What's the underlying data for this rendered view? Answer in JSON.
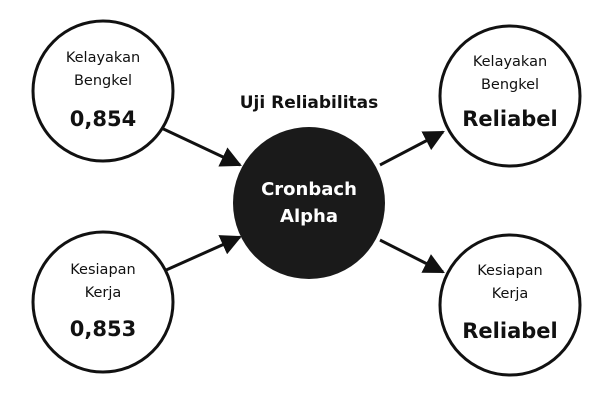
{
  "title": "Uji Reliabilitas",
  "center": {
    "line1": "Cronbach",
    "line2": "Alpha",
    "fill_color": "#1a1a1a",
    "text_color": "#ffffff"
  },
  "inputs": [
    {
      "label_line1": "Kelayakan",
      "label_line2": "Bengkel",
      "value": "0,854"
    },
    {
      "label_line1": "Kesiapan",
      "label_line2": "Kerja",
      "value": "0,853"
    }
  ],
  "outputs": [
    {
      "label_line1": "Kelayakan",
      "label_line2": "Bengkel",
      "value": "Reliabel"
    },
    {
      "label_line1": "Kesiapan",
      "label_line2": "Kerja",
      "value": "Reliabel"
    }
  ]
}
